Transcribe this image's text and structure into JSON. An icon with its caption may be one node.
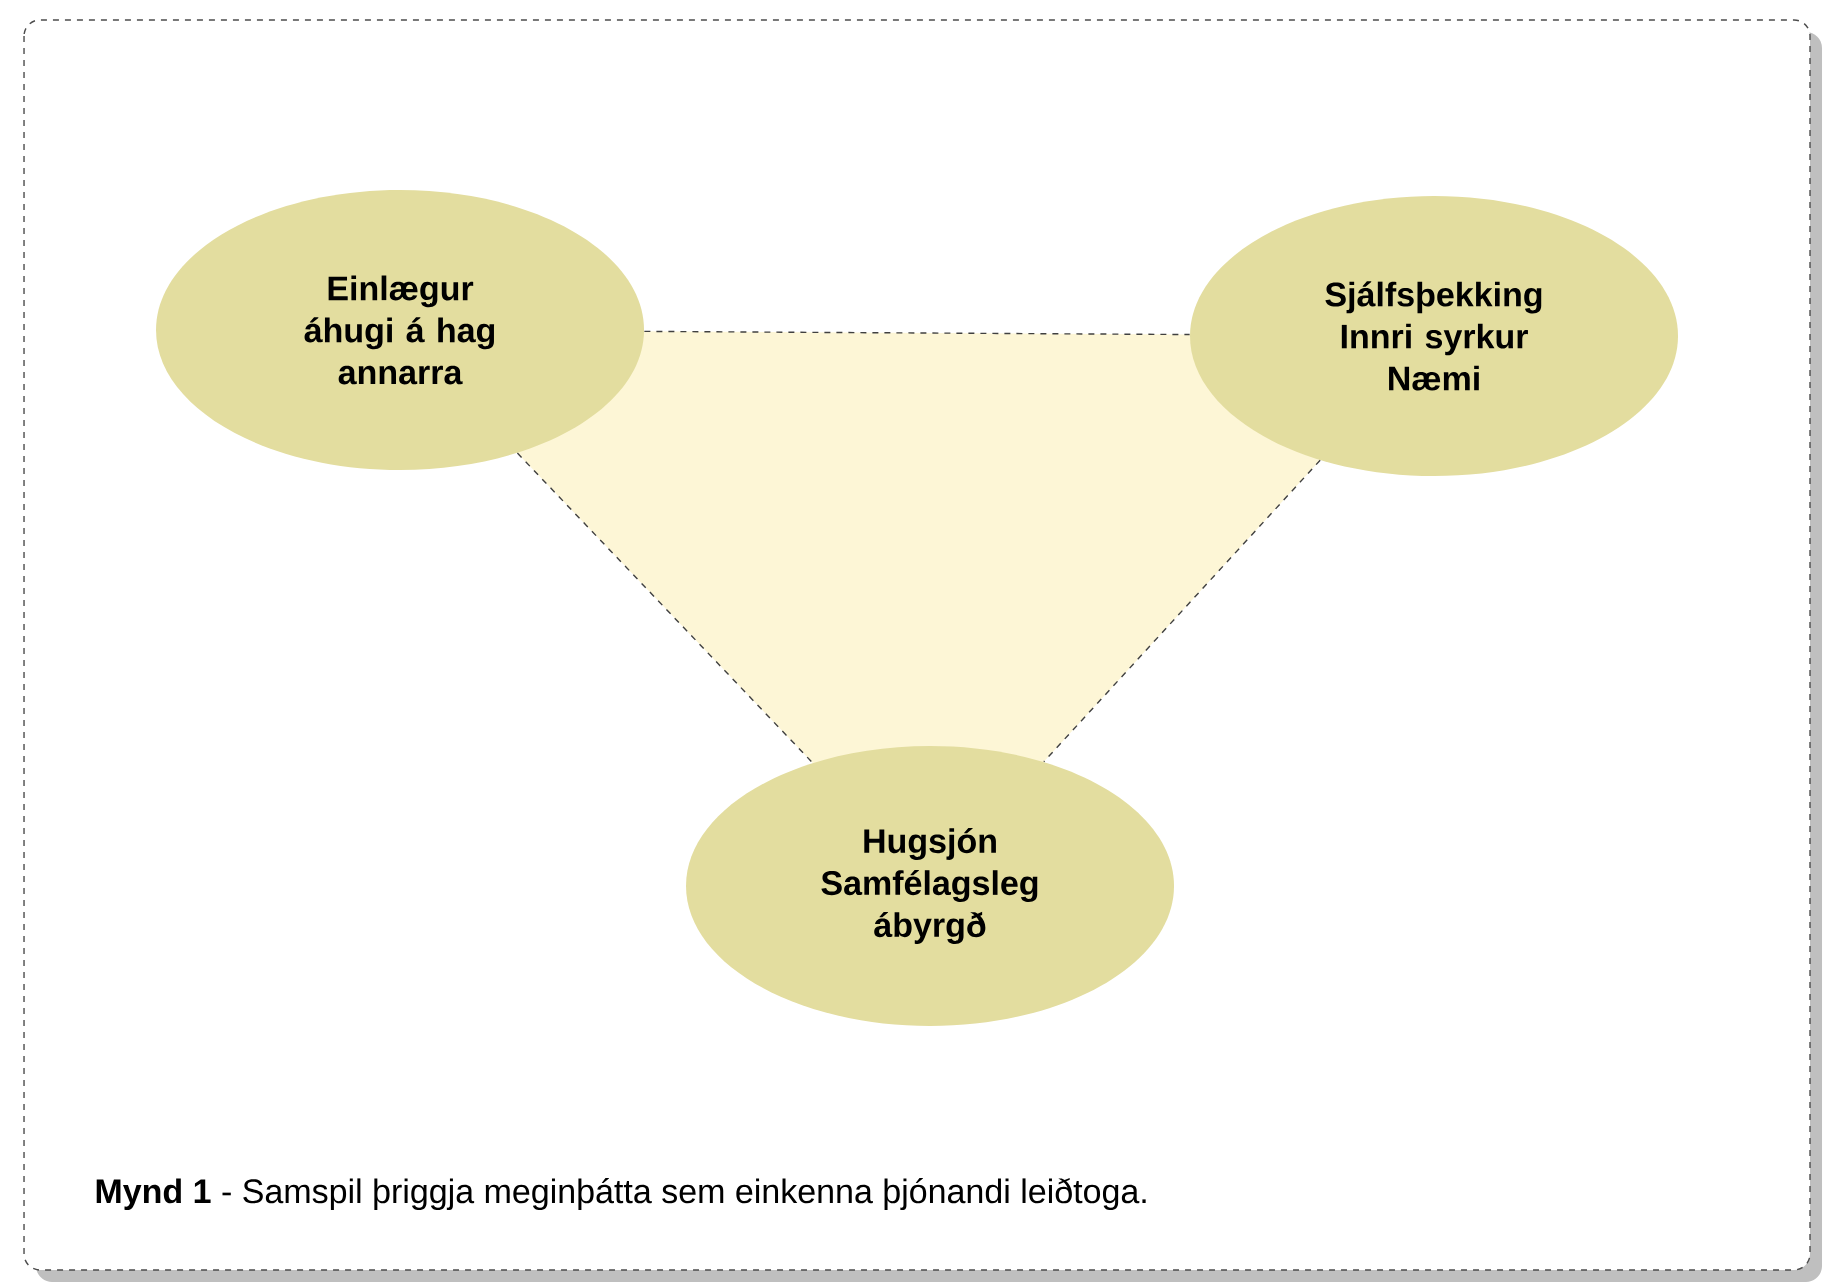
{
  "diagram": {
    "caption": "**Mynd 1** - Samspil þriggja meginþátta sem einkenna þjónandi leiðtoga.",
    "nodes": [
      {
        "text": [
          "Einlægur áhugi á hag annarra"
        ]
      },
      {
        "text": [
          "Sjálfsþekking Innri syrkur Næmi"
        ]
      },
      {
        "text": [
          "Hugsjón Samfélagsleg ábyrgð"
        ]
      }
    ],
    "edges": [
      {
        "from": 0,
        "to": 1,
        "arrow": "none",
        "style": "dashed"
      },
      {
        "from": 0,
        "to": 2,
        "arrow": "none",
        "style": "dashed"
      },
      {
        "from": 1,
        "to": 2,
        "arrow": "none",
        "style": "dashed"
      }
    ]
  }
}
